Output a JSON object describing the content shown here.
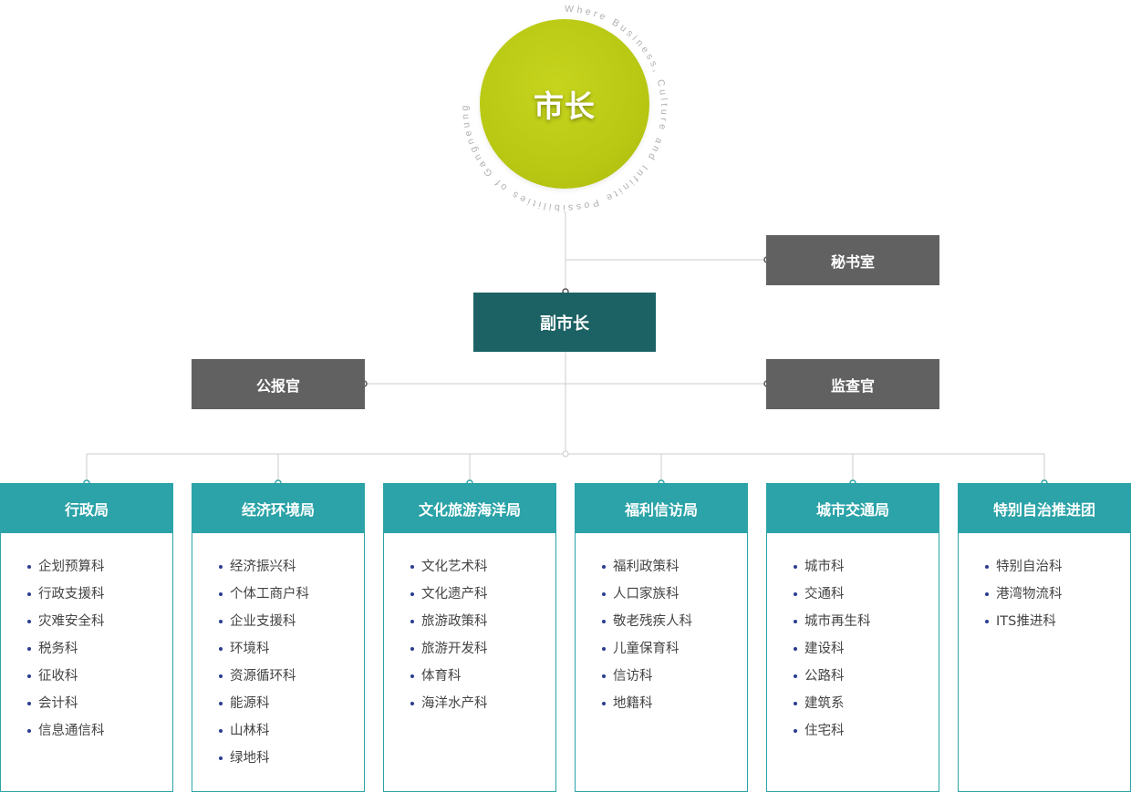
{
  "mayor": {
    "title": "市长",
    "ring_text": "Where Business, Culture and Infinite Possibilities of Gangneung "
  },
  "vice_mayor": "副市长",
  "offices": {
    "secretary": "秘书室",
    "press": "公报官",
    "audit": "监查官"
  },
  "departments": [
    {
      "name": "行政局",
      "sections": [
        "企划预算科",
        "行政支援科",
        "灾难安全科",
        "税务科",
        "征收科",
        "会计科",
        "信息通信科"
      ]
    },
    {
      "name": "经济环境局",
      "sections": [
        "经济振兴科",
        "个体工商户科",
        "企业支援科",
        "环境科",
        "资源循环科",
        "能源科",
        "山林科",
        "绿地科"
      ]
    },
    {
      "name": "文化旅游海洋局",
      "sections": [
        "文化艺术科",
        "文化遗产科",
        "旅游政策科",
        "旅游开发科",
        "体育科",
        "海洋水产科"
      ]
    },
    {
      "name": "福利信访局",
      "sections": [
        "福利政策科",
        "人口家族科",
        "敬老残疾人科",
        "儿童保育科",
        "信访科",
        "地籍科"
      ]
    },
    {
      "name": "城市交通局",
      "sections": [
        "城市科",
        "交通科",
        "城市再生科",
        "建设科",
        "公路科",
        "建筑系",
        "住宅科"
      ]
    },
    {
      "name": "特别自治推进团",
      "sections": [
        "特别自治科",
        "港湾物流科",
        "ITS推进科"
      ]
    }
  ],
  "colors": {
    "mayor": "#bccb16",
    "vice": "#1c6264",
    "office": "#616161",
    "dept": "#2ba3a8",
    "bullet": "#2b3d8f",
    "line": "#c8c8c8"
  }
}
